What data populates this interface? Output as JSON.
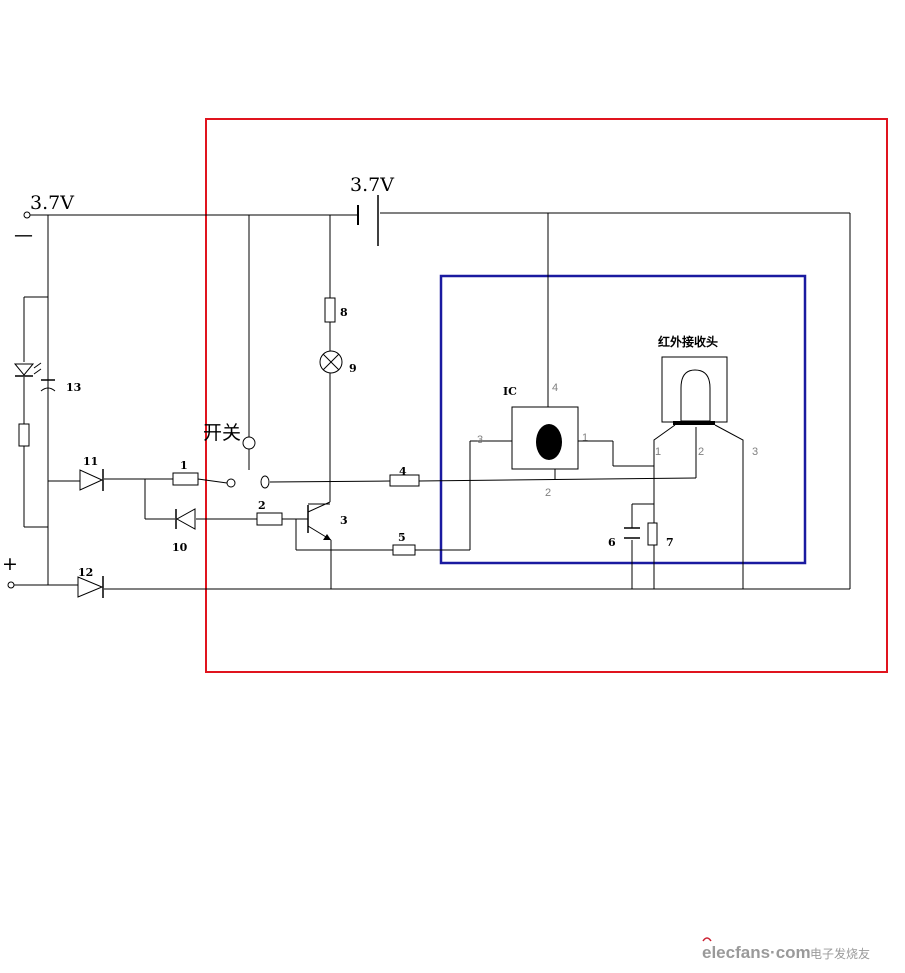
{
  "labels": {
    "voltage_left": "3.7V",
    "voltage_top": "3.7V",
    "minus": "—",
    "plus": "+",
    "switch": "开关",
    "ic": "IC",
    "ir_receiver": "红外接收头"
  },
  "components": {
    "r1": "1",
    "r2": "2",
    "q3": "3",
    "r4": "4",
    "r5": "5",
    "c6": "6",
    "r7": "7",
    "r8": "8",
    "lamp9": "9",
    "d10": "10",
    "d11": "11",
    "d12": "12",
    "c13": "13"
  },
  "ic_pins": {
    "p1": "1",
    "p2": "2",
    "p3": "3",
    "p4": "4"
  },
  "ir_pins": {
    "p1": "1",
    "p2": "2",
    "p3": "3"
  },
  "frames": {
    "outer_color": "#e0141e",
    "inner_color": "#1a1aa0"
  },
  "watermark": {
    "brand": "elecfans·com",
    "cn": "电子发烧友"
  }
}
